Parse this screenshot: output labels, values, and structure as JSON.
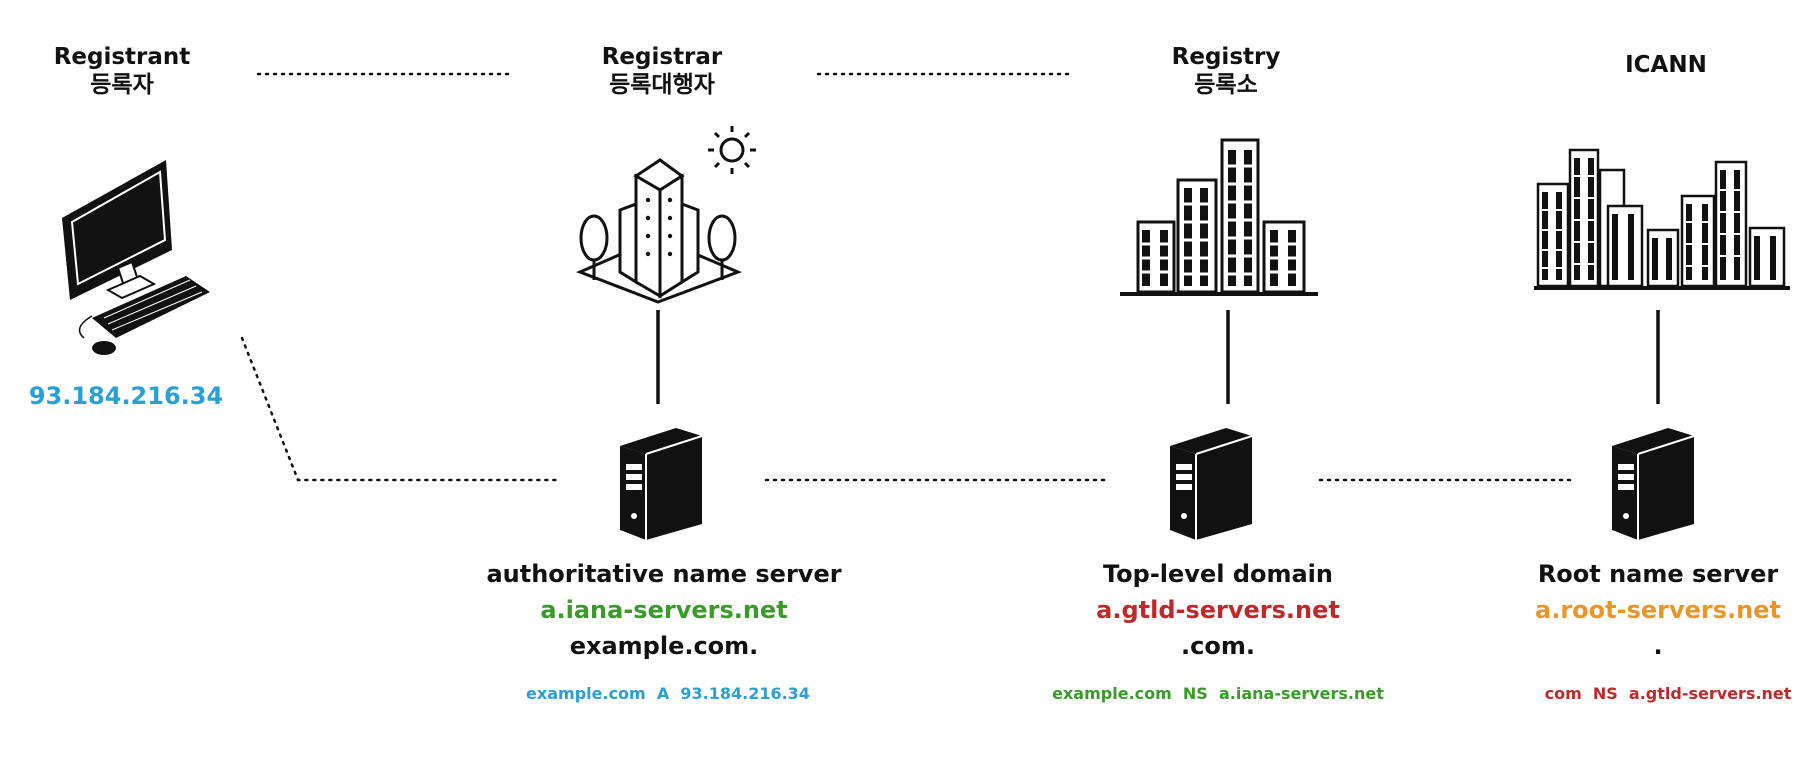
{
  "colors": {
    "blue": "#2a9fd6",
    "green": "#3a9a2a",
    "red": "#c0282a",
    "orange": "#e8962a",
    "ink": "#111111"
  },
  "icons": {
    "registrant": "desktop-computer-icon",
    "registrar": "office-building-with-trees-icon",
    "registry": "city-buildings-icon",
    "icann": "skyline-icon",
    "server": "server-tower-icon",
    "sun": "sun-icon"
  },
  "registrant": {
    "title": "Registrant",
    "title_ko": "등록자",
    "ip": "93.184.216.34"
  },
  "registrar": {
    "title": "Registrar",
    "title_ko": "등록대행자",
    "server": {
      "title": "authoritative name server",
      "host": "a.iana-servers.net",
      "zone": "example.com.",
      "record": "example.com  A  93.184.216.34"
    }
  },
  "registry": {
    "title": "Registry",
    "title_ko": "등록소",
    "server": {
      "title": "Top-level domain",
      "host": "a.gtld-servers.net",
      "zone": ".com.",
      "record": "example.com  NS  a.iana-servers.net"
    }
  },
  "icann": {
    "title": "ICANN",
    "server": {
      "title": "Root name server",
      "host": "a.root-servers.net",
      "zone": ".",
      "record": "com  NS  a.gtld-servers.net"
    }
  }
}
